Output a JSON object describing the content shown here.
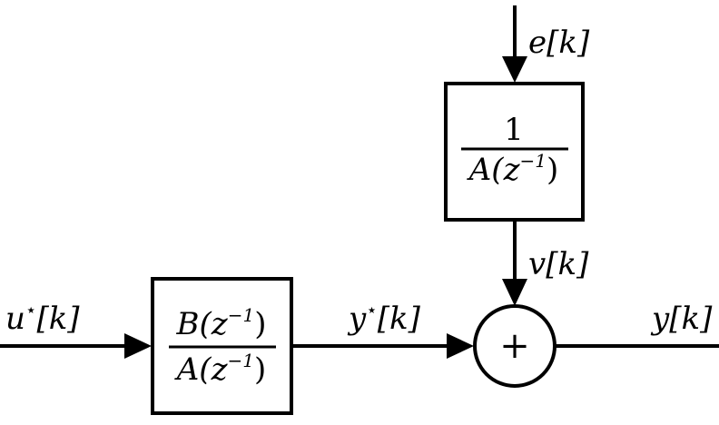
{
  "signals": {
    "u_star": {
      "base": "u",
      "sup": "⋆",
      "arg": "[k]"
    },
    "y_star": {
      "base": "y",
      "sup": "⋆",
      "arg": "[k]"
    },
    "e": {
      "base": "e",
      "arg": "[k]"
    },
    "v": {
      "base": "v",
      "arg": "[k]"
    },
    "y": {
      "base": "y",
      "arg": "[k]"
    }
  },
  "blocks": {
    "plant": {
      "numerator": {
        "base": "B(z",
        "sup": "−1",
        "close": ")"
      },
      "denominator": {
        "base": "A(z",
        "sup": "−1",
        "close": ")"
      }
    },
    "noise": {
      "numerator": "1",
      "denominator": {
        "base": "A(z",
        "sup": "−1",
        "close": ")"
      }
    }
  },
  "summer": {
    "symbol": "+"
  }
}
